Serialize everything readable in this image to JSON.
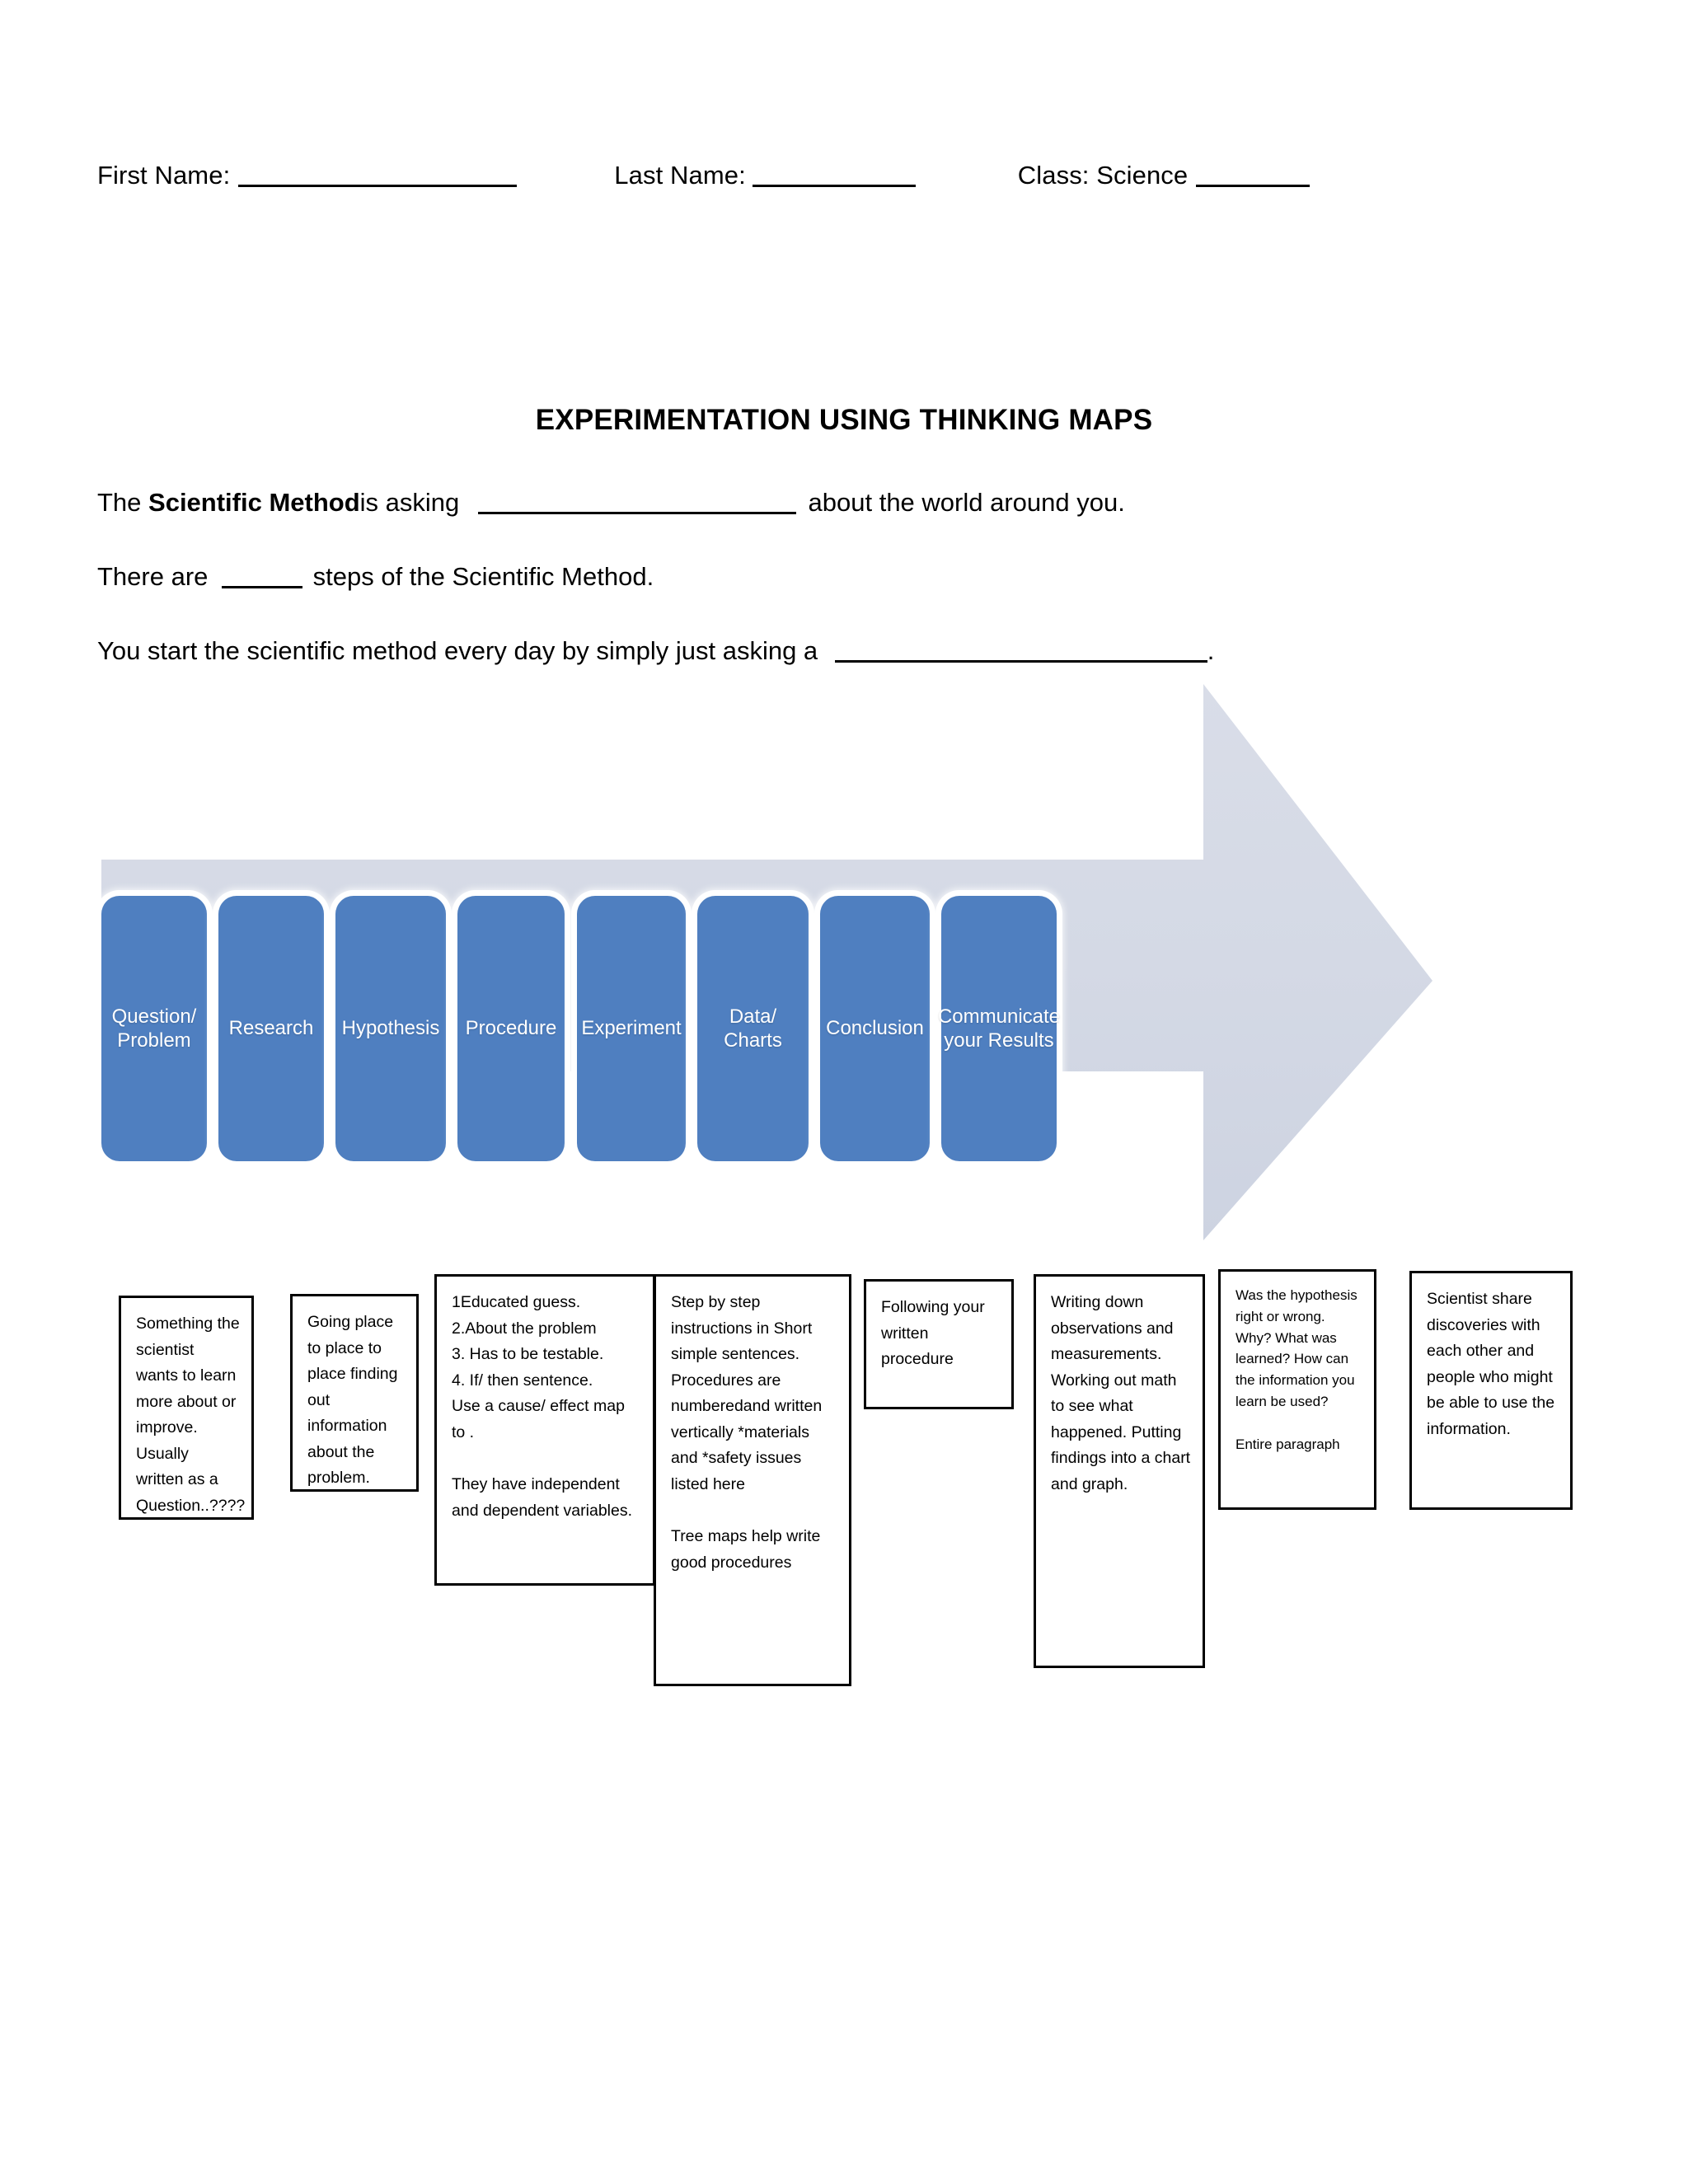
{
  "header": {
    "first_name_label": "First Name:",
    "last_name_label": "Last Name:",
    "class_label": "Class: Science"
  },
  "title": "EXPERIMENTATION USING THINKING MAPS",
  "body": {
    "line1_a": "The ",
    "line1_bold": "Scientific Method",
    "line1_b": "is asking ",
    "line1_c": " about the world around you.",
    "line2_a": "There are ",
    "line2_b": " steps of the Scientific Method.",
    "line3_a": "You start the scientific method every day by simply just asking a ",
    "line3_b": "."
  },
  "diagram": {
    "arrow_color": "#D6DAE6",
    "step_color": "#4F7FC0",
    "steps": [
      {
        "label": "Question/\nProblem"
      },
      {
        "label": "Research"
      },
      {
        "label": "Hypothesis"
      },
      {
        "label": "Procedure"
      },
      {
        "label": "Experiment"
      },
      {
        "label": "Data/ Charts"
      },
      {
        "label": "Conclusion"
      },
      {
        "label": "Communicate\nyour Results"
      }
    ]
  },
  "descriptions": [
    {
      "text": "Something the scientist wants to learn more about or improve. Usually written as a Question..????"
    },
    {
      "text": "Going place to place to place finding out information about the problem."
    },
    {
      "text": "1Educated guess.\n2.About the problem\n3. Has to be testable.\n4. If/ then sentence.\nUse a cause/ effect map to .\n\nThey have independent and dependent variables."
    },
    {
      "text": "Step by step instructions in Short simple sentences. Procedures are numberedand written vertically *materials and *safety issues listed here\n\nTree maps help write good procedures"
    },
    {
      "text": "Following your written procedure"
    },
    {
      "text": "Writing down observations and measurements. Working out math to see what happened. Putting findings into a chart and graph."
    },
    {
      "text": "Was the hypothesis right or wrong. Why? What was learned? How can the information you learn be used?\n\nEntire paragraph"
    },
    {
      "text": "Scientist share discoveries with each other and people who might be able to use the information."
    }
  ]
}
